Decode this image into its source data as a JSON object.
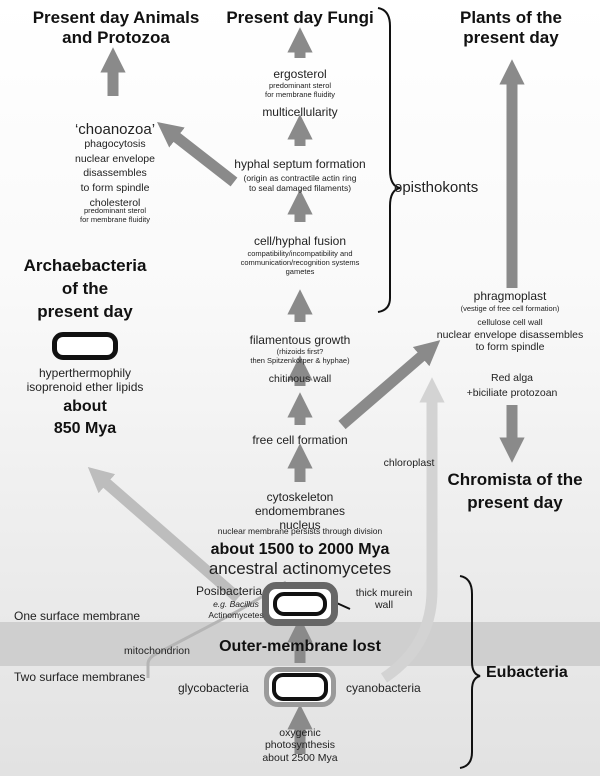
{
  "colors": {
    "arrow_dark": "#8a8a8a",
    "arrow_light": "#bdbdbd",
    "arrow_pale": "#d3d3d3",
    "band": "#cfcfcf",
    "outline": "#111111",
    "ring_dark": "#666666",
    "ring_light": "#9a9a9a"
  },
  "headings": {
    "animals": [
      "Present day Animals",
      "and Protozoa"
    ],
    "fungi": "Present day Fungi",
    "plants": [
      "Plants of the",
      "present day"
    ],
    "archaebacteria": [
      "Archaebacteria",
      "of the",
      "present day"
    ],
    "chromista": [
      "Chromista of the",
      "present day"
    ]
  },
  "fungi_column": {
    "ergosterol": "ergosterol",
    "ergosterol_note": [
      "predominant sterol",
      "for membrane fluidity"
    ],
    "multicellularity": "multicellularity",
    "septum": "hyphal septum formation",
    "septum_note": [
      "(origin as contractile actin ring",
      "to seal damaged filaments)"
    ],
    "fusion": "cell/hyphal fusion",
    "fusion_note": [
      "compatibility/incompatibility and",
      "communication/recognition systems",
      "gametes"
    ],
    "filamentous": "filamentous growth",
    "filamentous_note": [
      "(rhizoids first?",
      "then Spitzenkörper & hyphae)"
    ],
    "chitinous": "chitinous wall",
    "free_cell": "free cell formation",
    "cytoskeleton": [
      "cytoskeleton",
      "endomembranes",
      "nucleus"
    ],
    "nuclear_membrane": "nuclear membrane persists through division",
    "about_1500": "about 1500 to 2000 Mya",
    "actinomycetes": "ancestral actinomycetes"
  },
  "choanozoa": {
    "title": "‘choanozoa’",
    "lines": [
      "phagocytosis",
      "nuclear envelope",
      "disassembles",
      "to form spindle",
      "cholesterol"
    ],
    "note": [
      "predominant sterol",
      "for membrane fluidity"
    ]
  },
  "opisthokonts": "opisthokonts",
  "archaea": {
    "lines": [
      "hyperthermophily",
      "isoprenoid ether lipids"
    ],
    "about": [
      "about",
      "850 Mya"
    ]
  },
  "plants_side": {
    "phragmoplast": "phragmoplast",
    "phragmo_note": "(vestige of free cell formation)",
    "cellulose": "cellulose cell wall",
    "nuclear": [
      "nuclear envelope disassembles",
      "to form spindle"
    ],
    "red_alga": [
      "Red alga",
      "+biciliate protozoan"
    ],
    "chloroplast": "chloroplast"
  },
  "eubacteria": {
    "posibacteria": "Posibacteria",
    "posi_example_prefix": "e.g. ",
    "posi_example_genus": "Bacillus",
    "posi_example_2": "Actinomycetes",
    "thick_wall": [
      "thick murein",
      "wall"
    ],
    "one_membrane": "One surface membrane",
    "two_membranes": "Two surface membranes",
    "mitochondrion": "mitochondrion",
    "outer_lost": "Outer-membrane lost",
    "glycobacteria": "glycobacteria",
    "cyanobacteria": "cyanobacteria",
    "oxygenic": [
      "oxygenic",
      "photosynthesis",
      "about 2500 Mya"
    ],
    "label": "Eubacteria"
  }
}
